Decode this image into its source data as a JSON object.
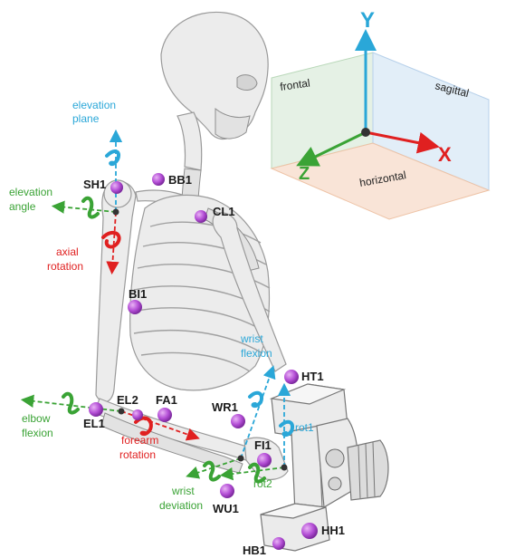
{
  "coordinate_frame": {
    "axes": {
      "y": "Y",
      "x": "X",
      "z": "Z"
    },
    "planes": {
      "frontal": "frontal",
      "sagittal": "sagittal",
      "horizontal": "horizontal"
    },
    "colors": {
      "y": "#2aa7d8",
      "x": "#e02020",
      "z": "#3aa335",
      "frontal": "#cfe6cf",
      "sagittal": "#cfe2f3",
      "horizontal": "#f6d9c6"
    }
  },
  "dof_labels": {
    "elevation_plane": [
      "elevation",
      "plane"
    ],
    "elevation_angle": [
      "elevation",
      "angle"
    ],
    "axial_rotation": [
      "axial",
      "rotation"
    ],
    "elbow_flexion": [
      "elbow",
      "flexion"
    ],
    "forearm_rotation": [
      "forearm",
      "rotation"
    ],
    "wrist_flexion": [
      "wrist",
      "flexion"
    ],
    "wrist_deviation": [
      "wrist",
      "deviation"
    ],
    "rot1": "rot1",
    "rot2": "rot2"
  },
  "markers": {
    "SH1": "SH1",
    "BB1": "BB1",
    "CL1": "CL1",
    "BI1": "BI1",
    "EL1": "EL1",
    "EL2": "EL2",
    "FA1": "FA1",
    "WR1": "WR1",
    "HT1": "HT1",
    "FI1": "FI1",
    "WU1": "WU1",
    "HH1": "HH1",
    "HB1": "HB1"
  },
  "marker_color": "#b44fd6"
}
